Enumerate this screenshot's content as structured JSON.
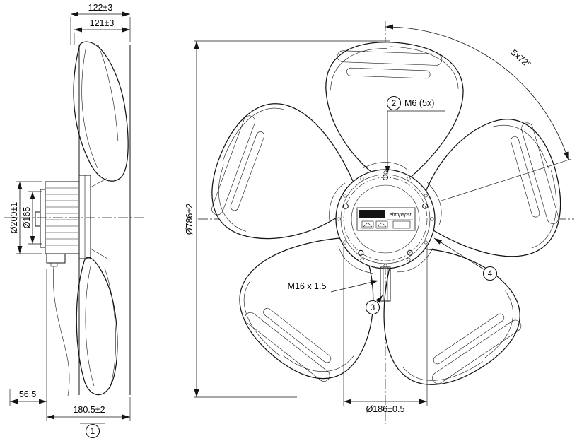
{
  "drawing": {
    "side_view": {
      "dim_width_total": "122±3",
      "dim_width_hub": "121±3",
      "dim_motor_diameter": "Ø200±1",
      "dim_flange_diameter": "Ø165",
      "dim_depth_rear": "56.5",
      "dim_depth_total": "180.5±2",
      "callout_1": "1"
    },
    "front_view": {
      "dim_fan_diameter": "Ø786±2",
      "dim_blade_pitch": "5x72°",
      "callout_2": "2",
      "label_mounting_holes": "M6 (5x)",
      "label_shaft_thread": "M16 x 1.5",
      "callout_3": "3",
      "callout_4": "4",
      "dim_pitch_circle": "Ø186±0.5",
      "hub_logo": "ebmpapst"
    }
  }
}
